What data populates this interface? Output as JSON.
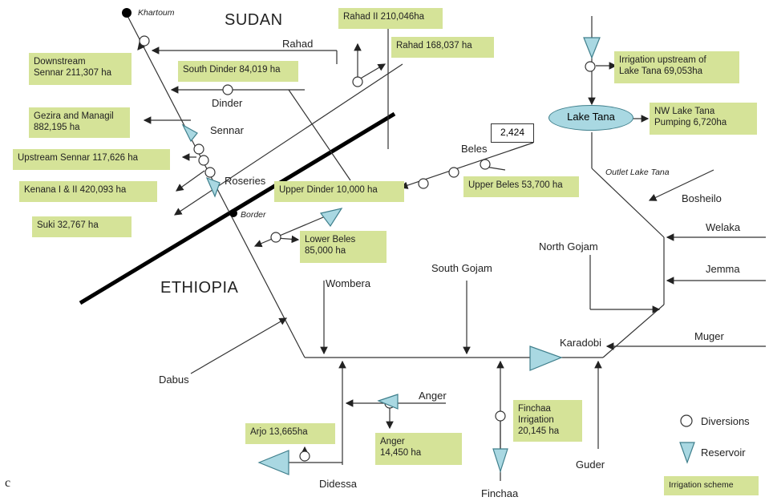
{
  "countries": {
    "sudan": "SUDAN",
    "ethiopia": "ETHIOPIA"
  },
  "places": {
    "khartoum": "Khartoum",
    "border": "Border",
    "outlet_lake_tana": "Outlet Lake Tana"
  },
  "rivers": {
    "rahad": "Rahad",
    "dinder": "Dinder",
    "sennar": "Sennar",
    "roseries": "Roseries",
    "beles": "Beles",
    "bosheilo": "Bosheilo",
    "welaka": "Welaka",
    "jemma": "Jemma",
    "north_gojam": "North Gojam",
    "south_gojam": "South Gojam",
    "wombera": "Wombera",
    "muger": "Muger",
    "karadobi": "Karadobi",
    "dabus": "Dabus",
    "anger": "Anger",
    "guder": "Guder",
    "didessa": "Didessa",
    "finchaa": "Finchaa"
  },
  "lake": "Lake Tana",
  "beles_value": "2,424",
  "irrigation": {
    "rahad2": "Rahad II 210,046ha",
    "rahad": "Rahad 168,037 ha",
    "downstream_sennar": [
      "Downstream",
      "Sennar 211,307 ha"
    ],
    "south_dinder": "South Dinder 84,019 ha",
    "gezira": [
      "Gezira and Managil",
      "882,195 ha"
    ],
    "upstream_sennar": "Upstream Sennar 117,626 ha",
    "kenana": "Kenana I & II 420,093 ha",
    "suki": "Suki  32,767 ha",
    "upper_dinder": "Upper Dinder 10,000 ha",
    "upper_beles": "Upper Beles 53,700 ha",
    "lower_beles": [
      "Lower Beles",
      "85,000 ha"
    ],
    "tana_upstream": [
      "Irrigation upstream of",
      "Lake Tana 69,053ha"
    ],
    "nw_tana": [
      "NW Lake Tana",
      "Pumping 6,720ha"
    ],
    "finchaa": [
      "Finchaa",
      "Irrigation",
      "20,145 ha"
    ],
    "anger": [
      "Anger",
      "14,450 ha"
    ],
    "arjo": "Arjo 13,665ha"
  },
  "legend": {
    "diversions": "Diversions",
    "reservoir": "Reservoir",
    "scheme": "Irrigation scheme"
  },
  "panel_letter": "c",
  "colors": {
    "scheme_fill": "#d5e398",
    "reservoir_fill": "#a9d8e2",
    "reservoir_stroke": "#3f7f8c"
  }
}
